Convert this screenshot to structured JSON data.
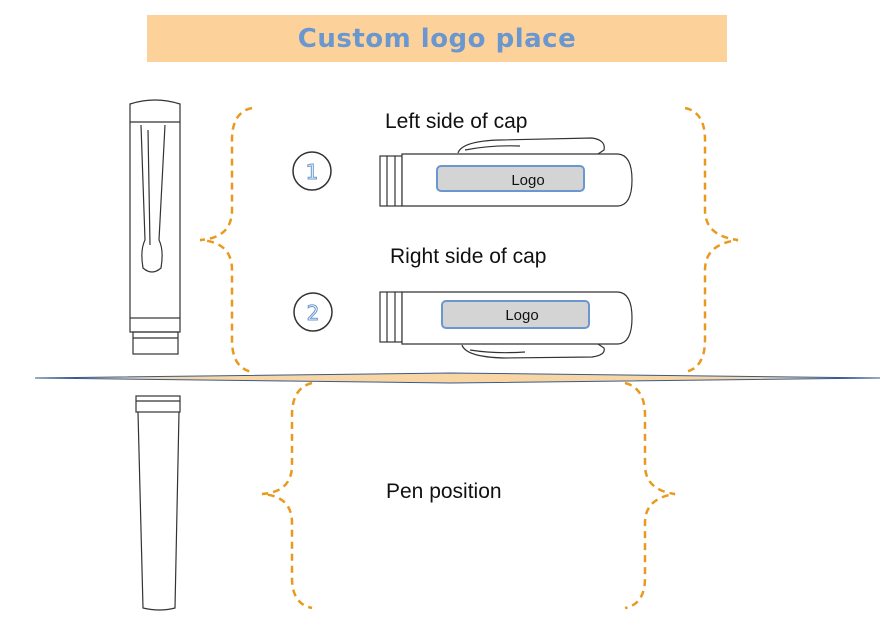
{
  "banner": {
    "title": "Custom logo place"
  },
  "cap_views": [
    {
      "number": "1",
      "label": "Left side of cap",
      "logo": "Logo"
    },
    {
      "number": "2",
      "label": "Right side of cap",
      "logo": "Logo"
    }
  ],
  "pen": {
    "label": "Pen position"
  },
  "colors": {
    "banner_bg": "#fcd29a",
    "banner_text": "#6a97d0",
    "bracket": "#e99a1e",
    "logo_fill": "#d4d4d4",
    "logo_border": "#6a97d0",
    "divider": "#3a5a8c"
  }
}
